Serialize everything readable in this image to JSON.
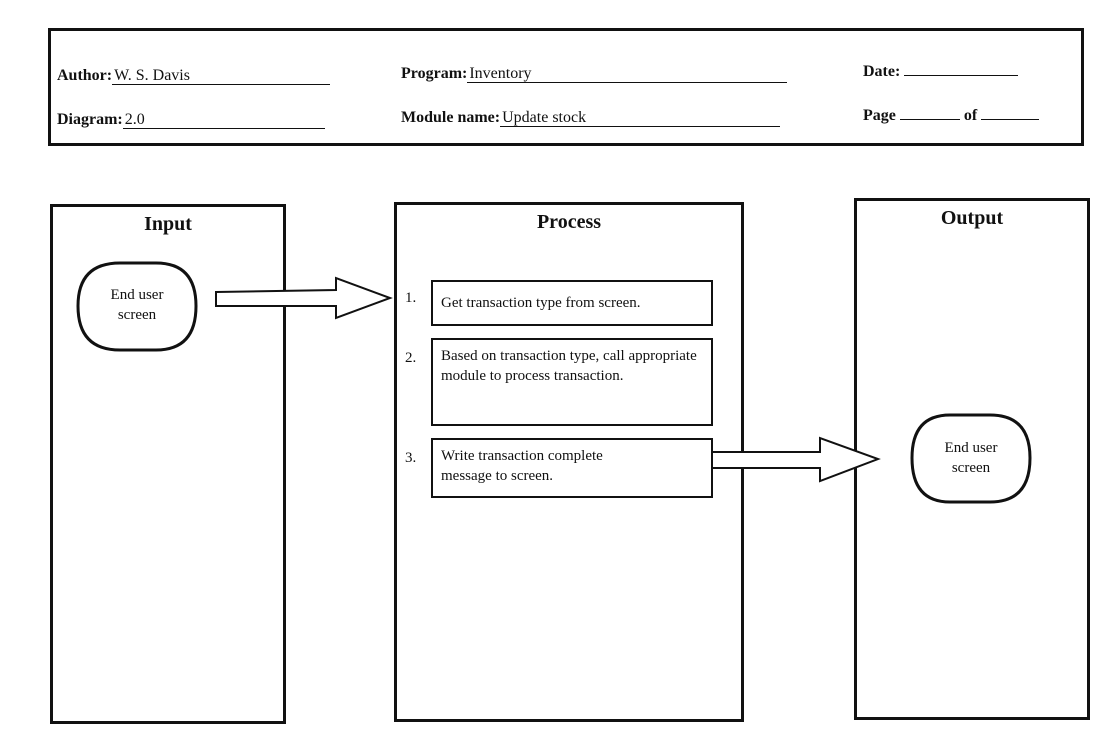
{
  "header": {
    "author_label": "Author:",
    "author_value": "W. S. Davis",
    "diagram_label": "Diagram:",
    "diagram_value": "2.0",
    "program_label": "Program:",
    "program_value": "Inventory",
    "module_label": "Module name:",
    "module_value": "Update stock",
    "date_label": "Date:",
    "date_value": "",
    "page_label": "Page",
    "page_value": "",
    "of_label": "of",
    "of_value": ""
  },
  "columns": {
    "input_title": "Input",
    "process_title": "Process",
    "output_title": "Output"
  },
  "input_oval": {
    "line1": "End user",
    "line2": "screen"
  },
  "output_oval": {
    "line1": "End user",
    "line2": "screen"
  },
  "steps": [
    {
      "num": "1.",
      "text": "Get transaction type from screen."
    },
    {
      "num": "2.",
      "text": "Based on transaction type, call appropriate module to process transaction."
    },
    {
      "num": "3.",
      "text": "Write transaction complete message to screen."
    }
  ]
}
